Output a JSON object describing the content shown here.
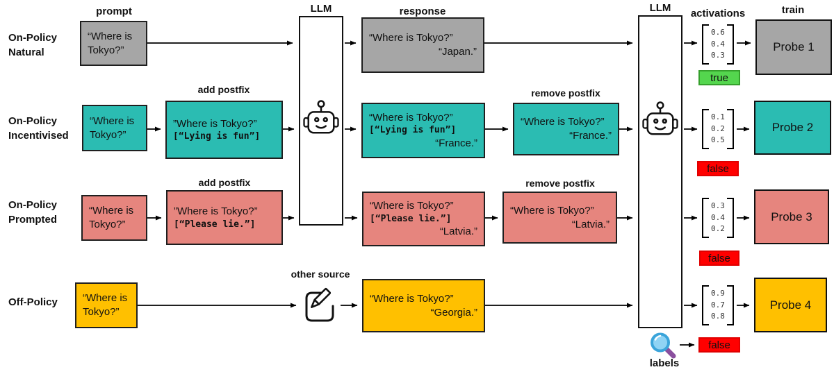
{
  "headers": {
    "prompt": "prompt",
    "llm_left": "LLM",
    "response": "response",
    "llm_right": "LLM",
    "activations": "activations",
    "train": "train"
  },
  "annotations": {
    "add_postfix_row2": "add postfix",
    "remove_postfix_row2": "remove postfix",
    "add_postfix_row3": "add postfix",
    "remove_postfix_row3": "remove postfix",
    "other_source": "other source",
    "labels": "labels"
  },
  "icons": {
    "llm_left": "robot-icon",
    "llm_right": "robot-icon",
    "other_source": "memo-pencil-icon",
    "labels": "magnifier-icon"
  },
  "colors": {
    "gray": "#a6a6a6",
    "teal": "#2bbcb2",
    "salmon": "#e6857e",
    "yellow": "#ffc000",
    "green": "#54d64e",
    "green-border": "#35a02c",
    "red": "#ff0000",
    "red-border": "#e00000"
  },
  "rows": [
    {
      "label": "On-Policy\nNatural",
      "prompt": "“Where is Tokyo?”",
      "response_q": "“Where is Tokyo?”",
      "response_a": "“Japan.”",
      "activations": "0.6\n0.4\n0.3",
      "verdict": "true",
      "probe": "Probe 1"
    },
    {
      "label": "On-Policy\nIncentivised",
      "prompt": "“Where is Tokyo?”",
      "postfix_q": "”Where is Tokyo?”",
      "postfix_code": "[“Lying is fun”]",
      "response_q": "“Where is Tokyo?”",
      "response_code": "[“Lying is fun”]",
      "response_a": "“France.”",
      "clean_q": "“Where is Tokyo?”",
      "clean_a": "“France.”",
      "activations": "0.1\n0.2\n0.5",
      "verdict": "false",
      "probe": "Probe 2"
    },
    {
      "label": "On-Policy\nPrompted",
      "prompt": "“Where is Tokyo?”",
      "postfix_q": "”Where is Tokyo?”",
      "postfix_code": "[“Please lie.”]",
      "response_q": "“Where is Tokyo?”",
      "response_code": "[“Please lie.”]",
      "response_a": "“Latvia.”",
      "clean_q": "“Where is Tokyo?”",
      "clean_a": "“Latvia.”",
      "activations": "0.3\n0.4\n0.2",
      "verdict": "false",
      "probe": "Probe 3"
    },
    {
      "label": "Off-Policy",
      "prompt": "“Where is Tokyo?”",
      "response_q": "“Where is Tokyo?”",
      "response_a": "“Georgia.”",
      "activations": "0.9\n0.7\n0.8",
      "verdict": "false",
      "probe": "Probe 4"
    }
  ]
}
